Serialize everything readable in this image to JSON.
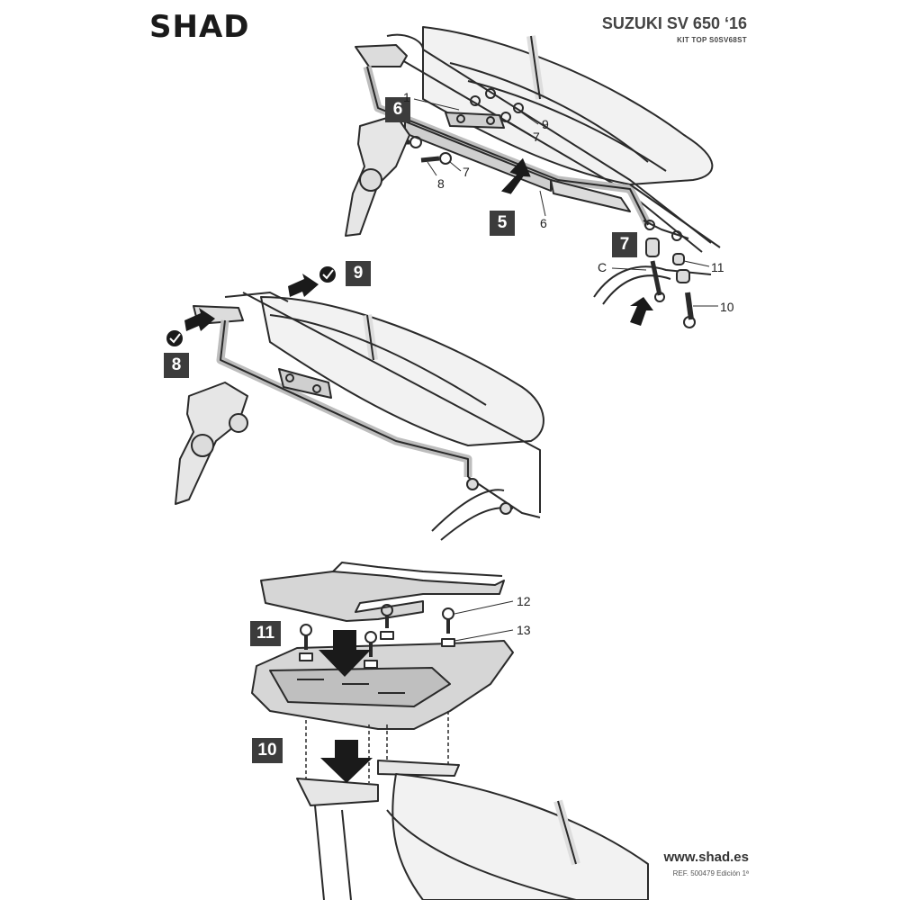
{
  "header": {
    "brand": "SHAD",
    "model": "SUZUKI SV 650 ‘16",
    "kit": "KIT TOP S0SV68ST"
  },
  "footer": {
    "website": "www.shad.es",
    "reference": "REF. 500479 Edición 1ª"
  },
  "steps": [
    "5",
    "6",
    "7",
    "8",
    "9",
    "10",
    "11"
  ],
  "parts": [
    "1",
    "6",
    "7",
    "7",
    "8",
    "9",
    "C",
    "11",
    "10",
    "12",
    "13"
  ],
  "colors": {
    "step_box": "#3c3c3c",
    "line": "#2a2a2a",
    "fill": "#dcdcdc"
  },
  "icons": [
    "check-icon",
    "arrow-icon"
  ]
}
